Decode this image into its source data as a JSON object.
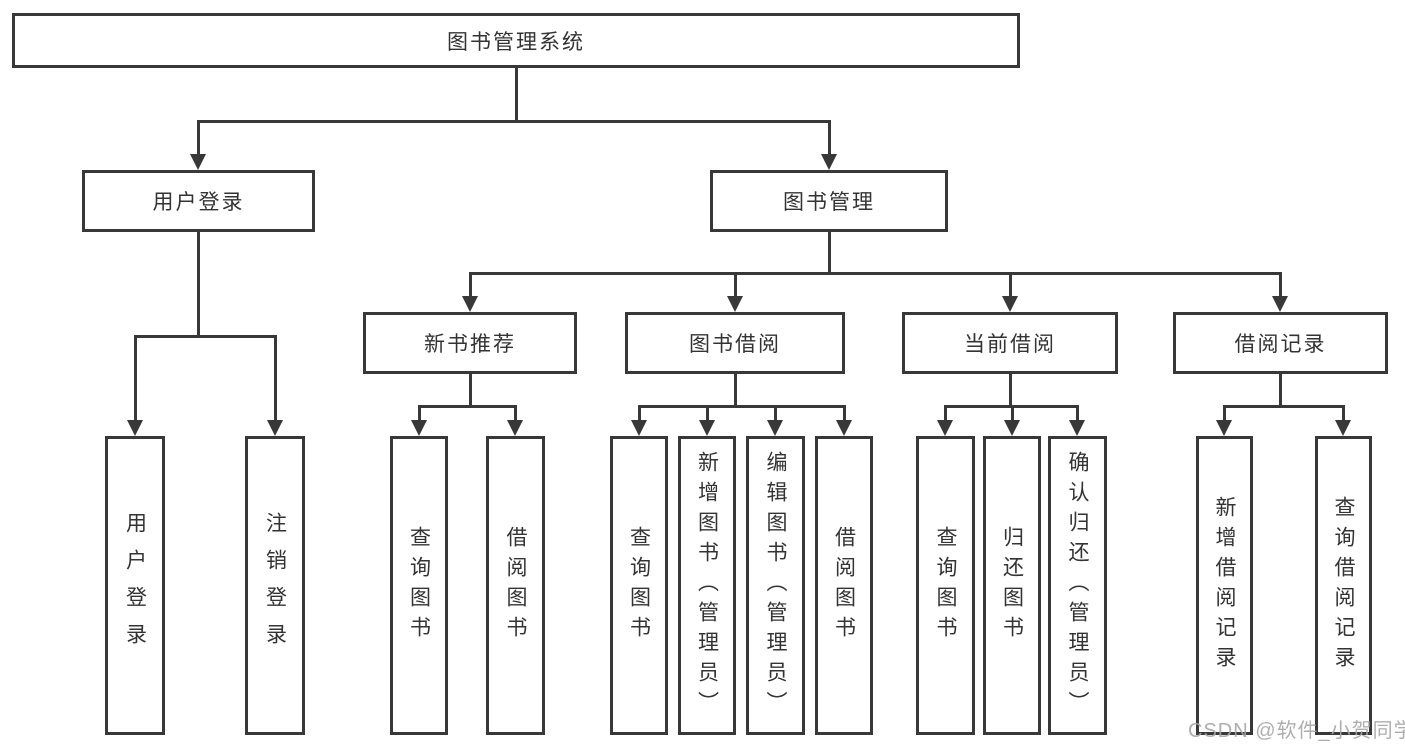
{
  "diagram": {
    "title": "图书管理系统",
    "branches": [
      {
        "label": "用户登录",
        "children": [
          {
            "label": "用户登录"
          },
          {
            "label": "注销登录"
          }
        ]
      },
      {
        "label": "图书管理",
        "children": [
          {
            "label": "新书推荐",
            "children": [
              {
                "label": "查询图书"
              },
              {
                "label": "借阅图书"
              }
            ]
          },
          {
            "label": "图书借阅",
            "children": [
              {
                "label": "查询图书"
              },
              {
                "label": "新增图书（管理员）"
              },
              {
                "label": "编辑图书（管理员）"
              },
              {
                "label": "借阅图书"
              }
            ]
          },
          {
            "label": "当前借阅",
            "children": [
              {
                "label": "查询图书"
              },
              {
                "label": "归还图书"
              },
              {
                "label": "确认归还（管理员）"
              }
            ]
          },
          {
            "label": "借阅记录",
            "children": [
              {
                "label": "新增借阅记录"
              },
              {
                "label": "查询借阅记录"
              }
            ]
          }
        ]
      }
    ]
  },
  "watermark": {
    "text": "CSDN @软件_小贺同学"
  },
  "colors": {
    "line": "#383838",
    "text": "#333333",
    "watermark": "#a6a6a6",
    "background": "#ffffff"
  }
}
